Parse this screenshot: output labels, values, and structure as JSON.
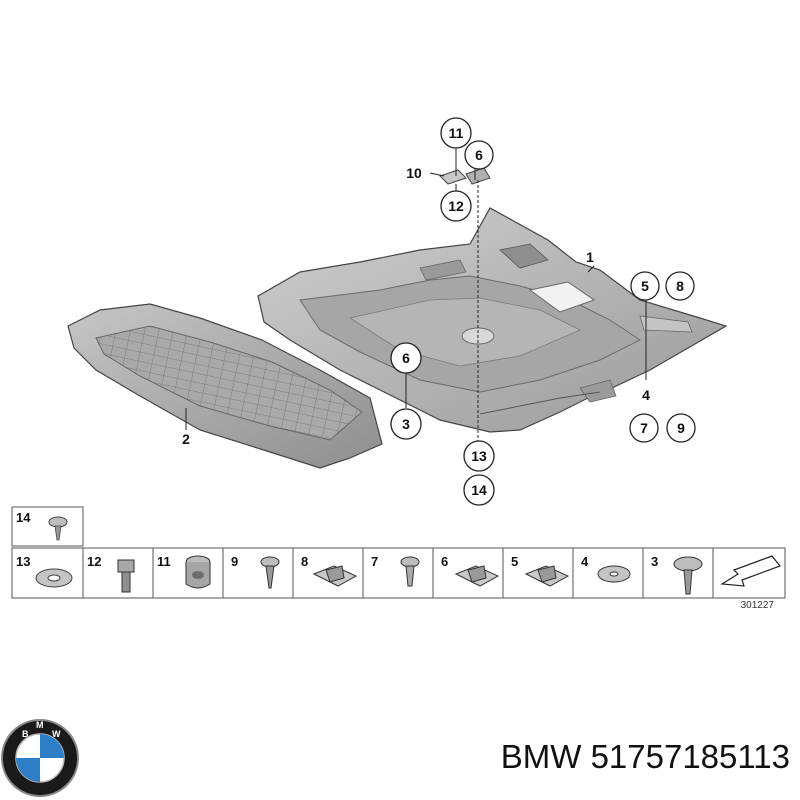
{
  "diagram": {
    "callouts": {
      "c11": "11",
      "c6_top": "6",
      "c10": "10",
      "c12": "12",
      "c1": "1",
      "c5": "5",
      "c8": "8",
      "c4": "4",
      "c7": "7",
      "c9": "9",
      "c6_mid": "6",
      "c3": "3",
      "c2": "2",
      "c13": "13",
      "c14": "14"
    },
    "parts_table": {
      "top_row": [
        "14"
      ],
      "bottom_row": [
        "13",
        "12",
        "11",
        "9",
        "8",
        "7",
        "6",
        "5",
        "4",
        "3"
      ]
    },
    "reference_number": "301227"
  },
  "logo": {
    "ring_text": "B M W",
    "colors": {
      "ring": "#1a1a1a",
      "blue": "#2f7ec8",
      "white": "#ffffff"
    }
  },
  "footer": {
    "brand_part_number": "BMW 51757185113"
  },
  "colors": {
    "panel_fill": "#b8b8b8",
    "panel_dark": "#8c8c8c",
    "panel_light": "#d6d6d6",
    "line": "#222222"
  }
}
